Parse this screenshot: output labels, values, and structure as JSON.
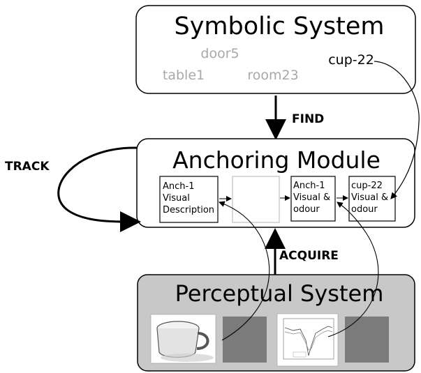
{
  "symbolic_system": {
    "title": "Symbolic System",
    "symbols": {
      "door": "door5",
      "table": "table1",
      "room": "room23",
      "cup": "cup-22"
    }
  },
  "anchoring_module": {
    "title": "Anchoring Module",
    "cells": {
      "anch1_desc": [
        "Anch-1",
        "Visual",
        "Description"
      ],
      "anch1_visual": [
        "Anch-1",
        "Visual &",
        "odour"
      ],
      "cup22_visual": [
        "cup-22",
        "Visual &",
        "odour"
      ]
    }
  },
  "perceptual_system": {
    "title": "Perceptual System"
  },
  "labels": {
    "find": "FIND",
    "track": "TRACK",
    "acquire": "ACQUIRE"
  },
  "colors": {
    "symbol_grey": "#a8a8a8",
    "perceptual_bg": "#c8c8c8",
    "placeholder_square": "#7b7b7b",
    "cup_body": "#e8e8e8"
  }
}
